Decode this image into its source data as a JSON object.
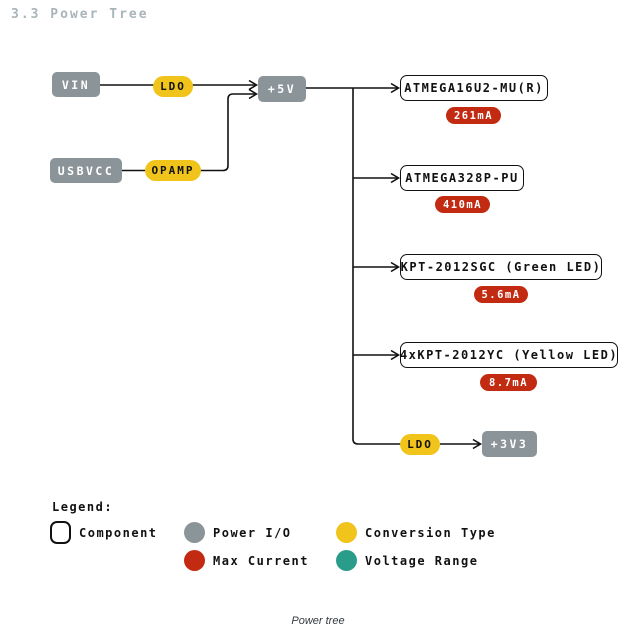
{
  "title": "3.3 Power Tree",
  "caption": "Power tree",
  "colors": {
    "power_io_gray": "#8a9499",
    "conversion_yellow": "#f0c41b",
    "max_current_red": "#c22a12",
    "voltage_range_teal": "#2a9d8a",
    "wire_black": "#111111",
    "title_gray": "#a9b4ba"
  },
  "diagram": {
    "sources": {
      "vin": {
        "label": "VIN"
      },
      "usbvcc": {
        "label": "USBVCC"
      }
    },
    "converters": {
      "ldo_top": {
        "label": "LDO"
      },
      "opamp": {
        "label": "OPAMP"
      },
      "ldo_bottom": {
        "label": "LDO"
      }
    },
    "rails": {
      "rail_5v": {
        "label": "+5V"
      },
      "rail_3v3": {
        "label": "+3V3"
      }
    },
    "components": [
      {
        "label": "ATMEGA16U2-MU(R)",
        "max_current": "261mA"
      },
      {
        "label": "ATMEGA328P-PU",
        "max_current": "410mA"
      },
      {
        "label": "KPT-2012SGC (Green LED)",
        "max_current": "5.6mA"
      },
      {
        "label": "4xKPT-2012YC (Yellow LED)",
        "max_current": "8.7mA"
      }
    ]
  },
  "legend": {
    "heading": "Legend:",
    "items": [
      {
        "label": "Component",
        "swatch": "outlined-box",
        "color": "#ffffff"
      },
      {
        "label": "Power I/O",
        "swatch": "circle",
        "color": "#8a9499"
      },
      {
        "label": "Conversion Type",
        "swatch": "circle",
        "color": "#f0c41b"
      },
      {
        "label": "Max Current",
        "swatch": "circle",
        "color": "#c22a12"
      },
      {
        "label": "Voltage Range",
        "swatch": "circle",
        "color": "#2a9d8a"
      }
    ]
  }
}
